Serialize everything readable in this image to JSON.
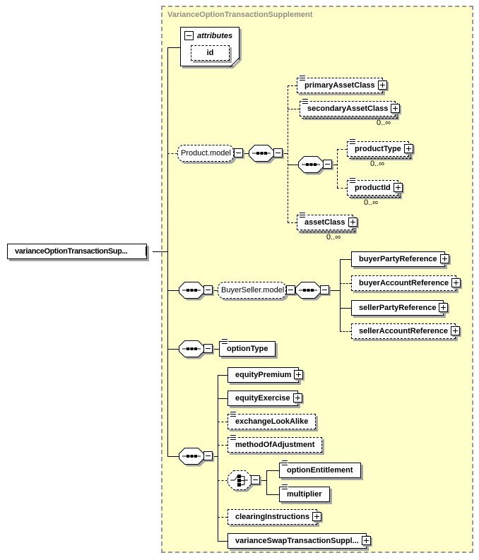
{
  "diagram": {
    "title": "VarianceOptionTransactionSupplement",
    "root": {
      "label": "varianceOptionTransactionSup..."
    },
    "attributes": {
      "header": "attributes",
      "id_label": "id"
    },
    "groups": {
      "product_model": "Product.model",
      "buyer_seller_model": "BuyerSeller.model"
    },
    "elements": {
      "primaryAssetClass": "primaryAssetClass",
      "secondaryAssetClass": "secondaryAssetClass",
      "productType": "productType",
      "productId": "productId",
      "assetClass": "assetClass",
      "buyerPartyReference": "buyerPartyReference",
      "buyerAccountReference": "buyerAccountReference",
      "sellerPartyReference": "sellerPartyReference",
      "sellerAccountReference": "sellerAccountReference",
      "optionType": "optionType",
      "equityPremium": "equityPremium",
      "equityExercise": "equityExercise",
      "exchangeLookAlike": "exchangeLookAlike",
      "methodOfAdjustment": "methodOfAdjustment",
      "optionEntitlement": "optionEntitlement",
      "multiplier": "multiplier",
      "clearingInstructions": "clearingInstructions",
      "varianceSwapTransactionSupplement": "varianceSwapTransactionSuppl..."
    },
    "labels": {
      "occurrence": "0..∞"
    },
    "icons": {
      "sequence": "sequence-compositor-icon",
      "choice": "choice-compositor-icon",
      "collapse": "minus-icon",
      "expand": "plus-icon",
      "simple_content": "text-lines-icon"
    },
    "colors": {
      "panel_bg": "#ffffc9",
      "panel_border": "#979797",
      "title_text": "#8f8f85",
      "box_bg": "#ffffff",
      "box_border": "#000000",
      "shadow": "#a6a6a6",
      "line": "#000000"
    }
  }
}
